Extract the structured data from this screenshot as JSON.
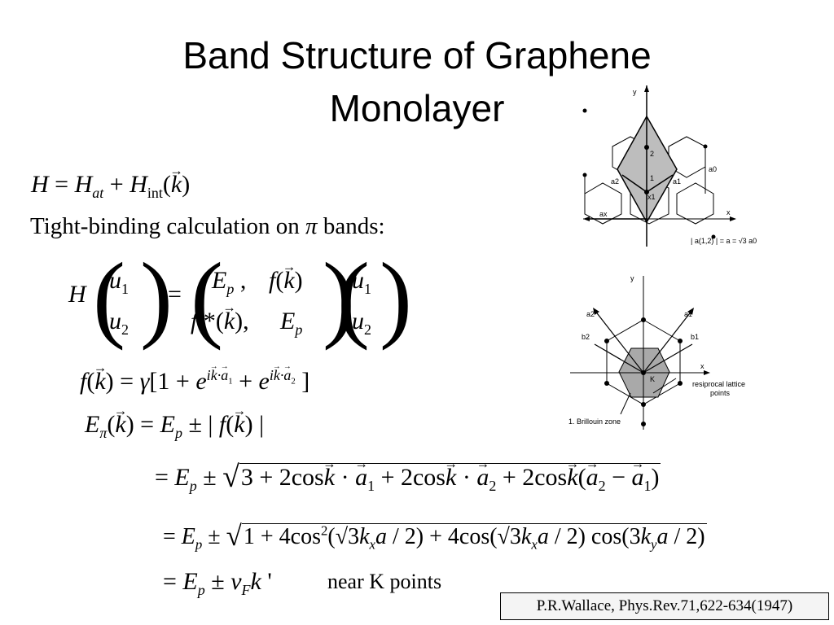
{
  "slide": {
    "title_line1": "Band Structure of Graphene",
    "title_line2": "Monolayer",
    "tb_text": "Tight-binding calculation on",
    "tb_pi": "π",
    "tb_bands": "bands:",
    "near_k": "near K points",
    "citation": "P.R.Wallace, Phys.Rev.71,622-634(1947)"
  },
  "fig1": {
    "y": "y",
    "x": "x",
    "a0": "a0",
    "a1": "a1",
    "a2": "a2",
    "ax": "ax",
    "x1": "x1",
    "n1": "1",
    "n2": "2",
    "eq": "| a(1,2) | = a = √3 a0"
  },
  "fig2": {
    "y": "y",
    "x": "x",
    "a1": "a1",
    "a2": "a2",
    "b1": "b1",
    "b2": "b2",
    "k": "K",
    "recip1": "resiprocal lattice",
    "recip2": "points",
    "bz": "1. Brillouin zone"
  },
  "colors": {
    "shade": "#bdbdbd",
    "hex_fill": "#a9a9a9"
  }
}
